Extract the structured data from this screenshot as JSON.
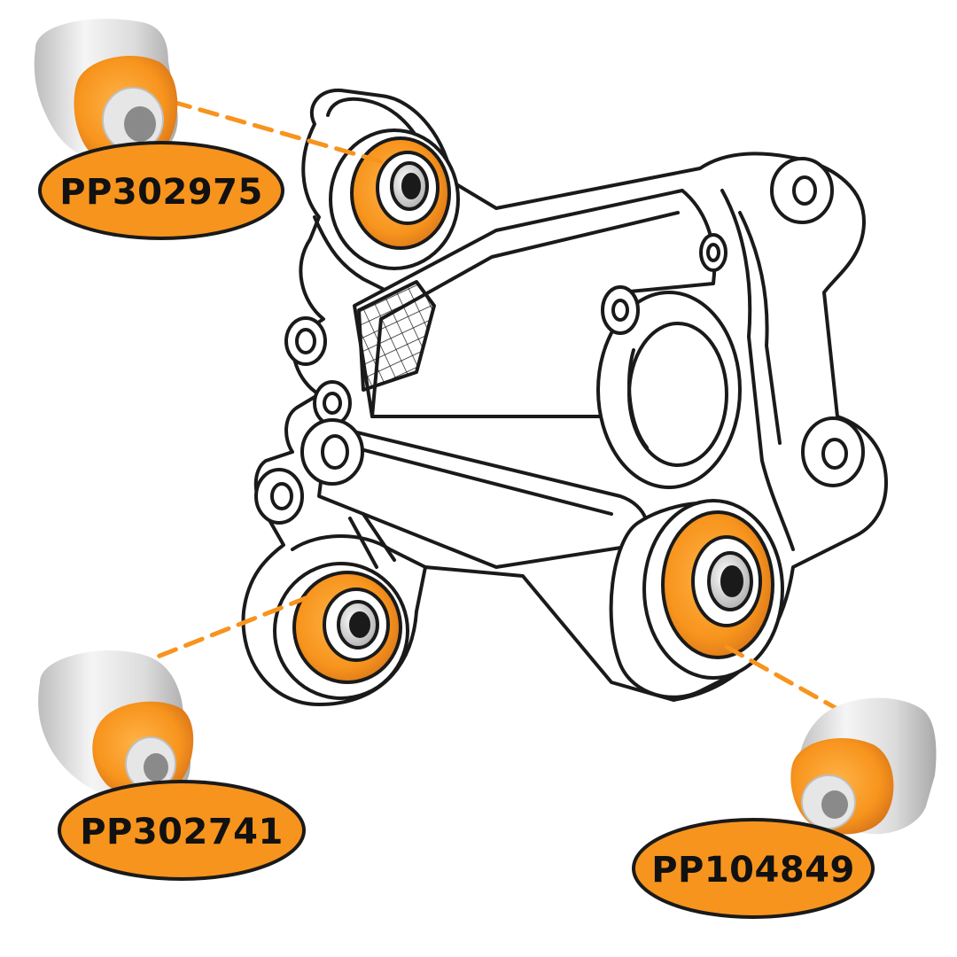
{
  "colors": {
    "accent": "#F7941D",
    "accent_dark": "#D9761A",
    "outline": "#1A1A1A",
    "metal_light": "#F2F2F2",
    "metal_mid": "#C9C9C9",
    "background": "#FFFFFF"
  },
  "callouts": [
    {
      "part_number": "PP302975"
    },
    {
      "part_number": "PP302741"
    },
    {
      "part_number": "PP104849"
    }
  ]
}
